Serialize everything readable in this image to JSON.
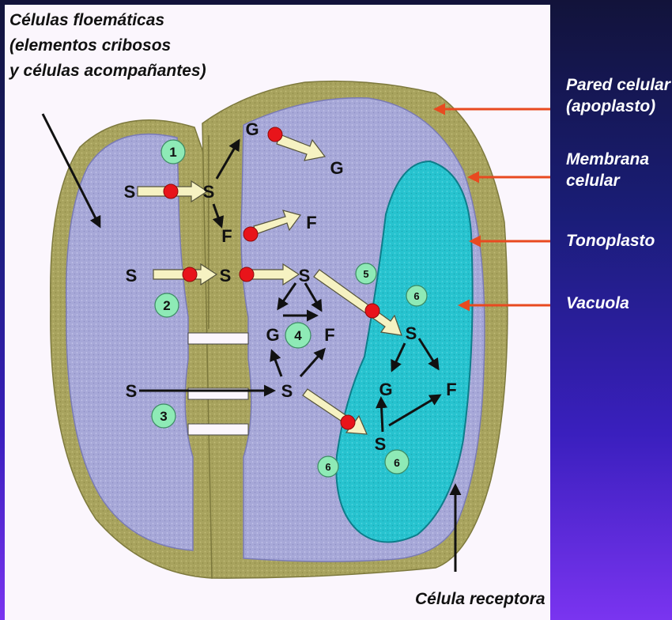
{
  "labels": {
    "phloem_line1": "Células floemáticas",
    "phloem_line2": "(elementos cribosos",
    "phloem_line3": "y células acompañantes)",
    "wall_line1": "Pared celular",
    "wall_line2": "(apoplasto)",
    "membrane_line1": "Membrana",
    "membrane_line2": "celular",
    "tonoplast": "Tonoplasto",
    "vacuole": "Vacuola",
    "receptor": "Célula receptora"
  },
  "molecules": {
    "s": "S",
    "g": "G",
    "f": "F"
  },
  "steps": {
    "one": "1",
    "two": "2",
    "three": "3",
    "four": "4",
    "five": "5",
    "six": "6"
  },
  "colors": {
    "cell_wall": "#a8a35e",
    "cytoplasm": "#a7a8d8",
    "vacuole": "#27c3cf",
    "transporter": "#e8141a",
    "transport_arrow": "#f6f2c2",
    "step_circle": "#8eeab6",
    "pointer": "#e84a20"
  }
}
